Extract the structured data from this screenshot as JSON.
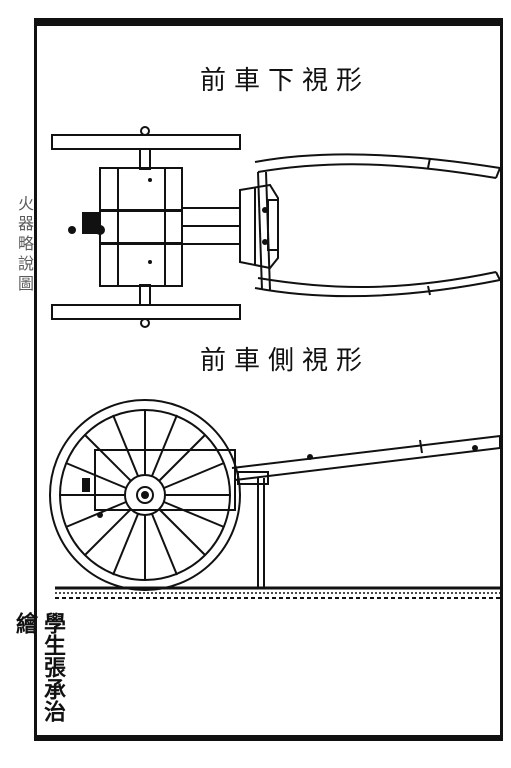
{
  "page": {
    "title_top": "前車下視形",
    "title_side": "前車側視形",
    "spine_text": "火器略說圖",
    "credit": "學生張承治繪"
  }
}
